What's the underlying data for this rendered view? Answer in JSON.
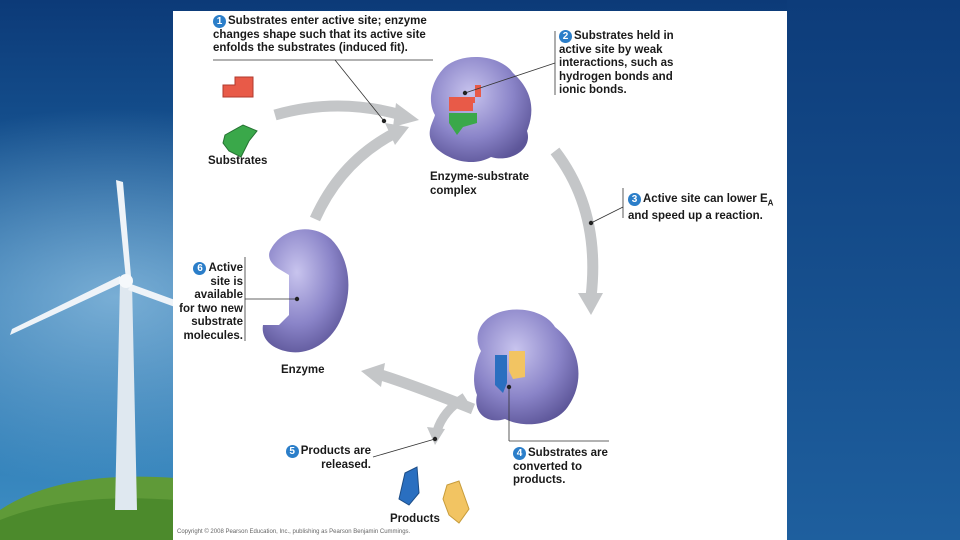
{
  "steps": [
    {
      "num": "1",
      "text": "Substrates enter active site; enzyme\nchanges shape such that its active site\nenfolds the substrates (induced fit)."
    },
    {
      "num": "2",
      "text": "Substrates held in\nactive site by weak\ninteractions, such as\nhydrogen bonds and\nionic bonds."
    },
    {
      "num": "3",
      "text_a": "Active site can lower E",
      "sub": "A",
      "text_b": "and speed up a reaction."
    },
    {
      "num": "4",
      "text": "Substrates are\nconverted to\nproducts."
    },
    {
      "num": "5",
      "text": "Products are\nreleased."
    },
    {
      "num": "6",
      "text": "Active\nsite is\navailable\nfor two new\nsubstrate\nmolecules."
    }
  ],
  "labels": {
    "substrates": "Substrates",
    "complex": "Enzyme-substrate\ncomplex",
    "enzyme": "Enzyme",
    "products": "Products"
  },
  "copyright": "Copyright © 2008 Pearson Education, Inc., publishing as Pearson Benjamin Cummings.",
  "colors": {
    "enzyme": "#8a84c8",
    "substrate_red": "#e85a48",
    "substrate_green": "#3aa84a",
    "product_blue": "#2a6fc0",
    "product_yellow": "#f2c462",
    "arrow": "#c4c6c8",
    "step_badge": "#2b7ec9"
  }
}
